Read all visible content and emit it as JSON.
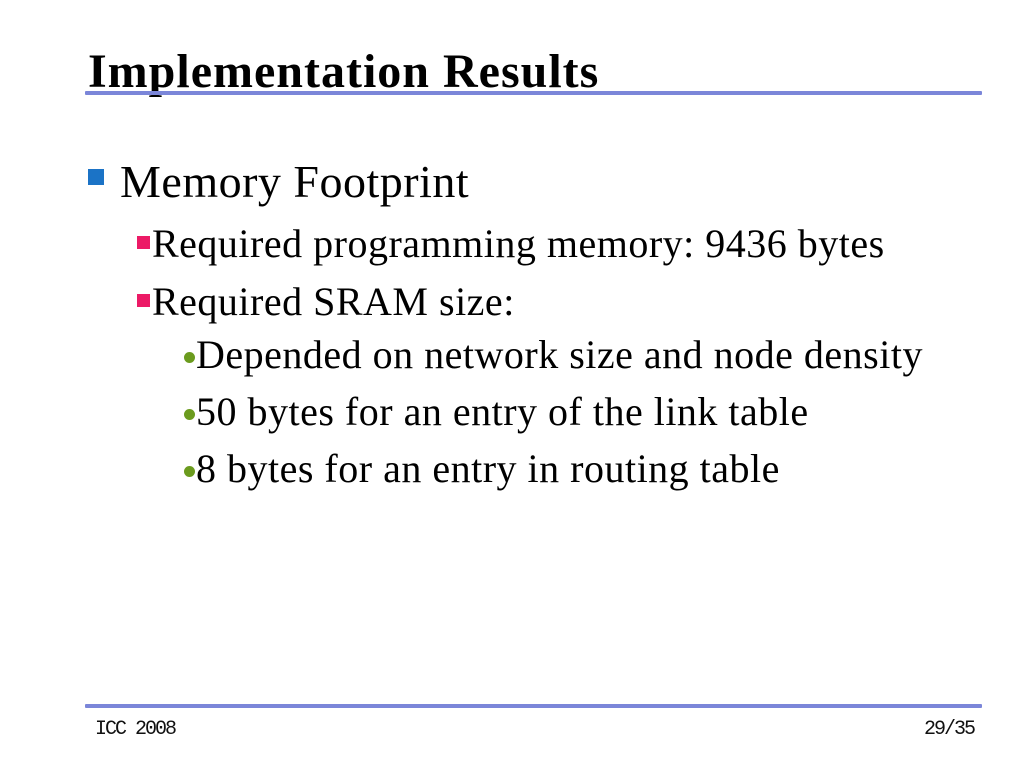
{
  "slide": {
    "title": "Implementation Results",
    "footer": {
      "left": "ICC 2008",
      "right": "29/35"
    },
    "colors": {
      "rule": "#7b86d9",
      "bullet_level1": "#1b73c6",
      "bullet_level2": "#ec1a66",
      "bullet_level3": "#6b9b1e",
      "text": "#000000",
      "background": "#ffffff"
    }
  },
  "content": {
    "l1": "Memory Footprint",
    "l2": [
      "Required programming memory: 9436 bytes",
      "Required SRAM size:"
    ],
    "l3": [
      "Depended on network size and node density",
      "50 bytes for an entry of the link table",
      "8 bytes for an entry in routing table"
    ]
  }
}
